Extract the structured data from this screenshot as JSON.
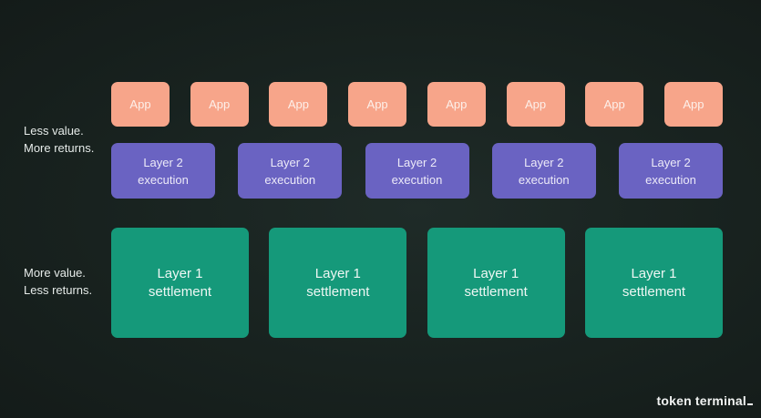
{
  "side_labels": {
    "top": {
      "line1": "Less value.",
      "line2": "More returns."
    },
    "bottom": {
      "line1": "More value.",
      "line2": "Less returns."
    }
  },
  "apps": [
    "App",
    "App",
    "App",
    "App",
    "App",
    "App",
    "App",
    "App"
  ],
  "layer2": [
    {
      "line1": "Layer 2",
      "line2": "execution"
    },
    {
      "line1": "Layer 2",
      "line2": "execution"
    },
    {
      "line1": "Layer 2",
      "line2": "execution"
    },
    {
      "line1": "Layer 2",
      "line2": "execution"
    },
    {
      "line1": "Layer 2",
      "line2": "execution"
    }
  ],
  "layer1": [
    {
      "line1": "Layer 1",
      "line2": "settlement"
    },
    {
      "line1": "Layer 1",
      "line2": "settlement"
    },
    {
      "line1": "Layer 1",
      "line2": "settlement"
    },
    {
      "line1": "Layer 1",
      "line2": "settlement"
    }
  ],
  "brand": {
    "name": "token terminal"
  },
  "colors": {
    "app": "#f7a58a",
    "layer2": "#6a63c2",
    "layer1": "#15997a",
    "background": "#18221f"
  }
}
